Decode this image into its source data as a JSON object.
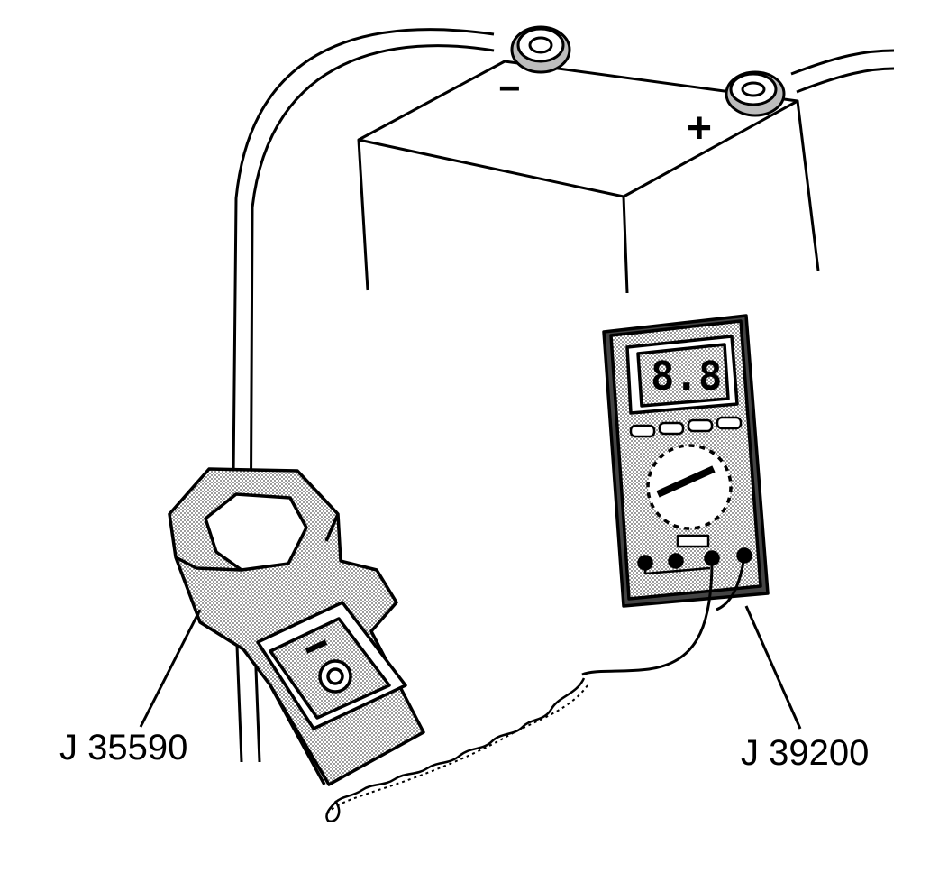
{
  "diagram": {
    "battery": {
      "negative_symbol": "−",
      "positive_symbol": "+"
    },
    "tools": [
      {
        "id": "clamp",
        "label": "J 35590"
      },
      {
        "id": "meter",
        "label": "J 39200"
      }
    ],
    "meter_display": "8.8",
    "colors": {
      "line": "#000000",
      "background": "#ffffff",
      "stipple": "#bdbdbd"
    }
  }
}
